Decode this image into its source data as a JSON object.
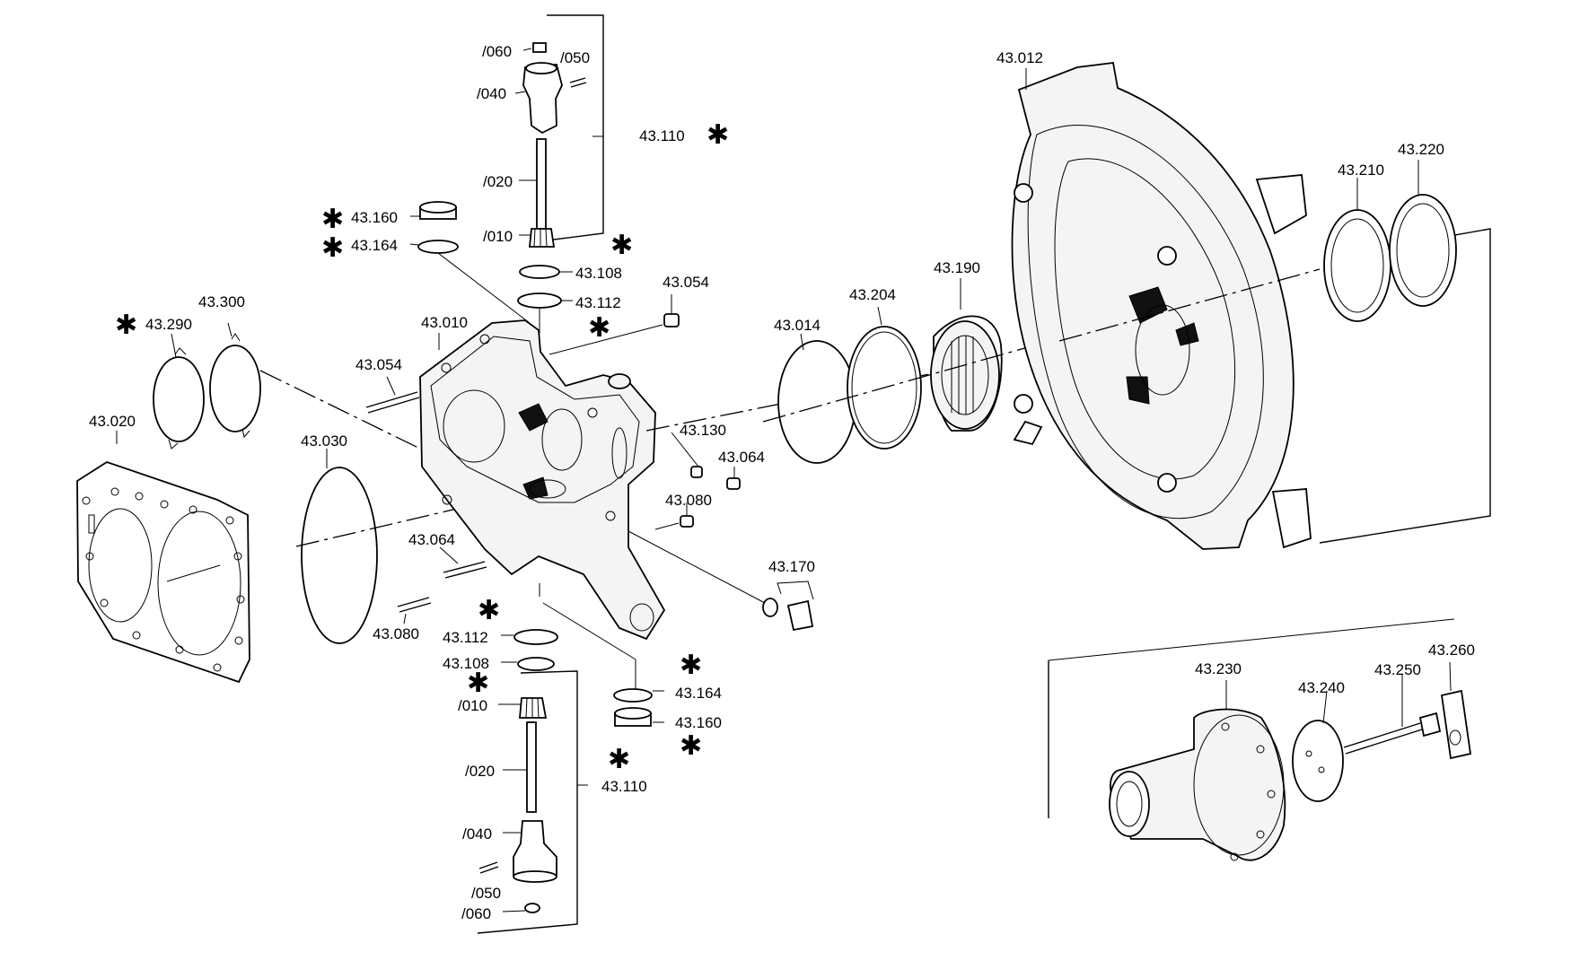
{
  "labels": {
    "l_43_012": "43.012",
    "l_43_220": "43.220",
    "l_43_210": "43.210",
    "l_43_190": "43.190",
    "l_43_204": "43.204",
    "l_43_014": "43.014",
    "l_43_130": "43.130",
    "l_43_064_r": "43.064",
    "l_43_080_r": "43.080",
    "l_43_170": "43.170",
    "l_43_054_r": "43.054",
    "l_43_112_t": "43.112",
    "l_43_108_t": "43.108",
    "l_43_160_t": "43.160",
    "l_43_164_t": "43.164",
    "l_43_110_t": "43.110",
    "l_060_t": "/060",
    "l_050_t": "/050",
    "l_040_t": "/040",
    "l_020_t": "/020",
    "l_010_t": "/010",
    "l_43_010": "43.010",
    "l_43_054_l": "43.054",
    "l_43_290": "43.290",
    "l_43_300": "43.300",
    "l_43_020": "43.020",
    "l_43_030": "43.030",
    "l_43_064_l": "43.064",
    "l_43_080_l": "43.080",
    "l_43_112_b": "43.112",
    "l_43_108_b": "43.108",
    "l_43_164_b": "43.164",
    "l_43_160_b": "43.160",
    "l_43_110_b": "43.110",
    "l_010_b": "/010",
    "l_020_b": "/020",
    "l_040_b": "/040",
    "l_050_b": "/050",
    "l_060_b": "/060",
    "l_43_230": "43.230",
    "l_43_240": "43.240",
    "l_43_250": "43.250",
    "l_43_260": "43.260"
  },
  "asterisk": "✱"
}
